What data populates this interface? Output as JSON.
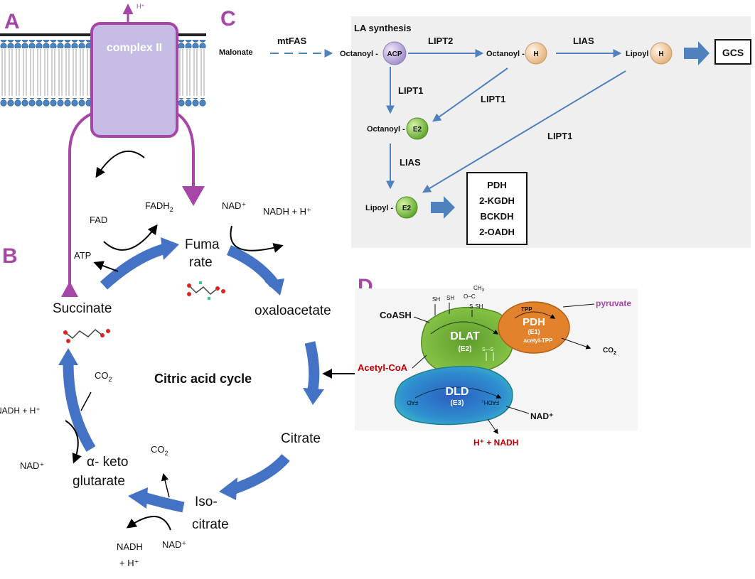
{
  "panels": {
    "a": "A",
    "b": "B",
    "c": "C",
    "d": "D"
  },
  "panel_a": {
    "complex": "complex II",
    "proton": "H⁺"
  },
  "panel_b": {
    "cycle_title": "Citric acid cycle",
    "fadh2": "FADH",
    "fadh2_sub": "2",
    "fad": "FAD",
    "atp": "ATP",
    "fumarate_1": "Fuma",
    "fumarate_2": "rate",
    "nad_top": "NAD⁺",
    "nadh_top": "NADH + H⁺",
    "succinate": "Succinate",
    "oxaloacetate": "oxaloacetate",
    "co2_left": "CO",
    "co2_left_sub": "2",
    "nadh_left": "NADH + H⁺",
    "nad_left": "NAD⁺",
    "akg_1": "α- keto",
    "akg_2": "glutarate",
    "co2_bottom": "CO",
    "co2_bottom_sub": "2",
    "citrate": "Citrate",
    "isocitrate_1": "Iso-",
    "isocitrate_2": "citrate",
    "nadh_bottom_1": "NADH",
    "nadh_bottom_2": "+ H⁺",
    "nad_bottom": "NAD⁺"
  },
  "panel_c": {
    "title": "LA synthesis",
    "malonate": "Malonate",
    "mtfas": "mtFAS",
    "octanoyl_acp": "Octanoyl -",
    "acp": "ACP",
    "lipt2": "LIPT2",
    "octanoyl_h": "Octanoyl -",
    "h1": "H",
    "lias_top": "LIAS",
    "lipoyl_h": "Lipoyl -",
    "h2": "H",
    "gcs": "GCS",
    "lipt1_left": "LIPT1",
    "lipt1_mid": "LIPT1",
    "lipt1_right": "LIPT1",
    "octanoyl_e2": "Octanoyl -",
    "e2_a": "E2",
    "lias_left": "LIAS",
    "lipoyl_e2": "Lipoyl -",
    "e2_b": "E2",
    "complexes": [
      "PDH",
      "2-KGDH",
      "BCKDH",
      "2-OADH"
    ]
  },
  "panel_d": {
    "coash": "CoASH",
    "sh1": "SH",
    "sh2": "SH",
    "sh3": "SH",
    "s_label": "S",
    "ch3": "CH",
    "ch3_sub": "3",
    "o_c": "O−C",
    "tpp": "TPP",
    "pdh": "PDH",
    "e1": "(E1)",
    "acetyl_tpp": "acetyl-TPP",
    "pyruvate": "pyruvate",
    "co2": "CO",
    "co2_sub": "2",
    "dlat": "DLAT",
    "e2": "(E2)",
    "ss": "S—S",
    "acetyl_coa": "Acetyl-CoA",
    "dld": "DLD",
    "e3": "(E3)",
    "fad": "FAD",
    "fadh2": "FADH₂",
    "nad": "NAD⁺",
    "h_nadh": "H⁺ + NADH"
  },
  "colors": {
    "purple": "#a646a6",
    "complex_fill": "#c6bce6",
    "blue_arrow": "#4472c4",
    "c_bg": "#efefef",
    "c_arrow": "#4f81bd",
    "green": "#72c044",
    "orange": "#e3822c",
    "teal": "#2aa8b8",
    "dark_red": "#c00000"
  }
}
